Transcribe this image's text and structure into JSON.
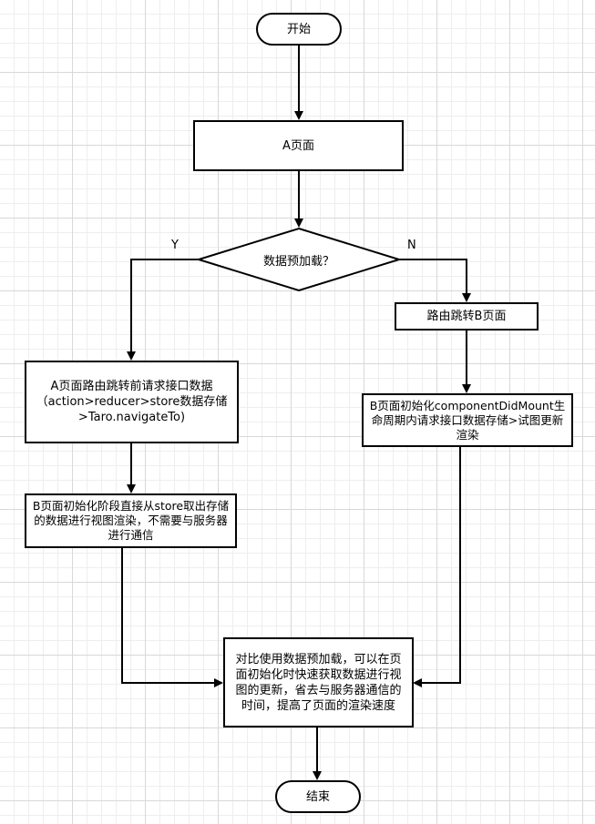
{
  "diagram": {
    "nodes": {
      "start": "开始",
      "page_a": "A页面",
      "decision": "数据预加载？",
      "route_b": "路由跳转B页面",
      "left_request": "A页面路由跳转前请求接口数据（action>reducer>store数据存储>Taro.navigateTo)",
      "left_init": "B页面初始化阶段直接从store取出存储的数据进行视图渲染，不需要与服务器进行通信",
      "right_init": "B页面初始化componentDidMount生命周期内请求接口数据存储>试图更新渲染",
      "compare": "对比使用数据预加载，可以在页面初始化时快速获取数据进行视图的更新，省去与服务器通信的时间，提高了页面的渲染速度",
      "end": "结束"
    },
    "edge_labels": {
      "yes": "Y",
      "no": "N"
    },
    "colors": {
      "stroke": "#000000",
      "fill": "#ffffff",
      "grid_major": "#d8d8d8",
      "grid_minor": "#eeeeee"
    }
  }
}
